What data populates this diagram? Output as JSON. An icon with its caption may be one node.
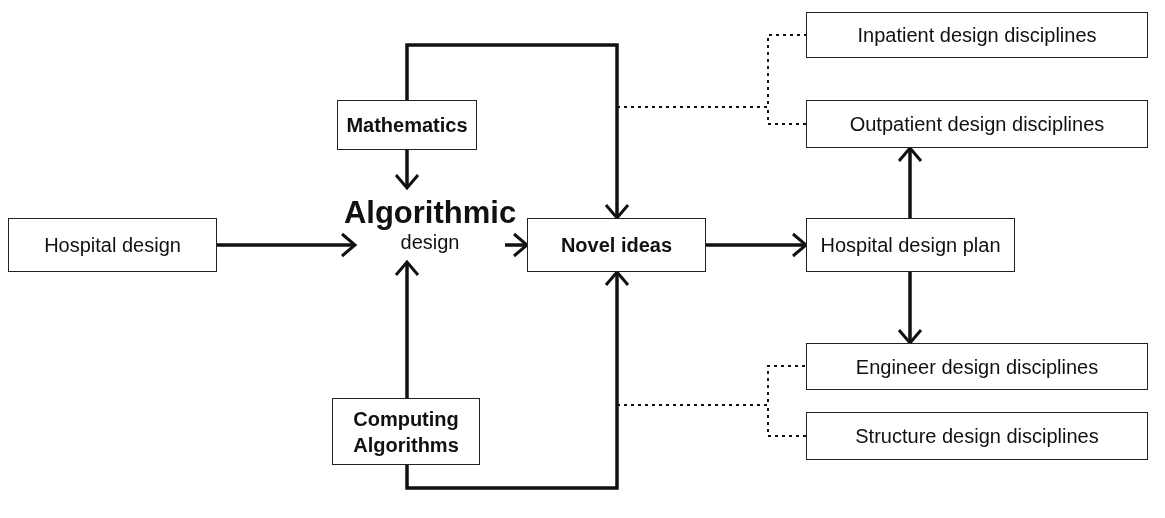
{
  "diagram": {
    "nodes": [
      {
        "text": [
          "Hospital design"
        ]
      },
      {
        "text": [
          "Mathematics"
        ]
      },
      {
        "text": [
          "Algorithmic",
          "design"
        ]
      },
      {
        "text": [
          "Computing Algorithms"
        ]
      },
      {
        "text": [
          "Novel ideas"
        ]
      },
      {
        "text": [
          "Hospital design plan"
        ]
      },
      {
        "text": [
          "Inpatient design disciplines"
        ]
      },
      {
        "text": [
          "Outpatient design disciplines"
        ]
      },
      {
        "text": [
          "Engineer design disciplines"
        ]
      },
      {
        "text": [
          "Structure design disciplines"
        ]
      }
    ],
    "edges": [
      {
        "from": 0,
        "to": 2,
        "arrow": "to"
      },
      {
        "from": 1,
        "to": 2,
        "arrow": "to"
      },
      {
        "from": 3,
        "to": 2,
        "arrow": "to"
      },
      {
        "from": 2,
        "to": 4,
        "arrow": "to"
      },
      {
        "from": 1,
        "to": 4,
        "arrow": "to"
      },
      {
        "from": 3,
        "to": 4,
        "arrow": "to"
      },
      {
        "from": 4,
        "to": 5,
        "arrow": "to"
      },
      {
        "from": 5,
        "to": 7,
        "arrow": "to"
      },
      {
        "from": 5,
        "to": 8,
        "arrow": "to"
      },
      {
        "from": null,
        "to": 6,
        "arrow": "none",
        "style": "dashed"
      },
      {
        "from": null,
        "to": 7,
        "arrow": "none",
        "style": "dashed"
      },
      {
        "from": null,
        "to": 8,
        "arrow": "none",
        "style": "dashed"
      },
      {
        "from": null,
        "to": 9,
        "arrow": "none",
        "style": "dashed"
      }
    ]
  }
}
